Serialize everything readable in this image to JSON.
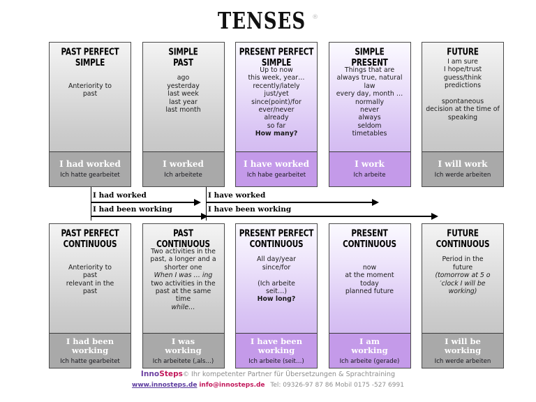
{
  "title": {
    "text": "TENSES",
    "registered": "®"
  },
  "colors": {
    "gray_footer": "#a9a9a9",
    "purple_footer": "#c49ae9",
    "border": "#4a4a4a",
    "brand_purple": "#6b3fa0",
    "brand_pink": "#c2185b",
    "link": "#5b3a9e"
  },
  "row_top": [
    {
      "id": "past-perfect-simple",
      "tone": "gray",
      "title": "PAST PERFECT\nSIMPLE",
      "desc": "\n\nAnteriority to\npast",
      "english": "I had worked",
      "german": "Ich hatte gearbeitet"
    },
    {
      "id": "simple-past",
      "tone": "gray",
      "title": "SIMPLE\nPAST",
      "desc": "\nago\nyesterday\nlast week\nlast year\nlast month",
      "english": "I worked",
      "german": "Ich arbeitete"
    },
    {
      "id": "present-perfect-simple",
      "tone": "purple",
      "title": "PRESENT PERFECT\nSIMPLE",
      "desc": "Up to now\nthis week, year…\nrecently/lately\njust/yet\nsince(point)/for\never/never\nalready\nso far\n",
      "desc_bold_tail": "How many?",
      "english": "I have worked",
      "german": "Ich habe gearbeitet"
    },
    {
      "id": "simple-present",
      "tone": "purple",
      "title": "SIMPLE\nPRESENT",
      "desc": "Things that are\nalways true, natural\nlaw\nevery day, month …\nnormally\nnever\nalways\nseldom\ntimetables",
      "english": "I work",
      "german": "Ich arbeite"
    },
    {
      "id": "future",
      "tone": "gray",
      "title": "FUTURE",
      "desc": "I am sure\nI hope/trust\nguess/think\npredictions\n\nspontaneous\ndecision at the time of\nspeaking",
      "english": "I will work",
      "german": "Ich  werde arbeiten"
    }
  ],
  "row_bottom": [
    {
      "id": "past-perfect-continuous",
      "tone": "gray",
      "title": "PAST PERFECT\nCONTINUOUS",
      "desc": "\n\nAnteriority to\npast\nrelevant in the\npast",
      "english": "I  had been\nworking",
      "german": "Ich hatte gearbeitet"
    },
    {
      "id": "past-continuous",
      "tone": "gray",
      "title": "PAST\nCONTINUOUS",
      "desc": "Two activities in the\npast, a longer and a\nshorter one\n",
      "desc_italic_1": "When I was … ing",
      "desc_mid": "two activities in the\npast at the same\ntime\n",
      "desc_italic_2": "while…",
      "english": "I was\nworking",
      "german": "Ich arbeitete (,als…)"
    },
    {
      "id": "present-perfect-continuous",
      "tone": "purple",
      "title": "PRESENT PERFECT\nCONTINUOUS",
      "desc": "\nAll day/year\nsince/for\n\n(Ich arbeite\nseit…)\n",
      "desc_bold_tail": "How long?",
      "english": "I have been\nworking",
      "german": "Ich arbeite (seit…)"
    },
    {
      "id": "present-continuous",
      "tone": "purple",
      "title": "PRESENT\nCONTINUOUS",
      "desc": "\n\nnow\nat the moment\ntoday\nplanned future",
      "english": "I am\nworking",
      "german": "Ich arbeite (gerade)"
    },
    {
      "id": "future-continuous",
      "tone": "gray",
      "title": "FUTURE\nCONTINUOUS",
      "desc": "\nPeriod in the\nfuture\n",
      "desc_italic_1": "(tomorrow at 5 o\n′clock I will be\nworking)",
      "english": "I will be\nworking",
      "german": "Ich werde arbeiten"
    }
  ],
  "arrows": [
    {
      "id": "arrow-had-worked",
      "label": "I had worked"
    },
    {
      "id": "arrow-had-been-working",
      "label": "I had been working"
    },
    {
      "id": "arrow-have-worked",
      "label": "I have worked"
    },
    {
      "id": "arrow-have-been-working",
      "label": "I have been working"
    }
  ],
  "footer": {
    "brand_a": "Inno",
    "brand_b": "Steps",
    "copyright": "©",
    "tagline": " Ihr kompetenter Partner für Übersetzungen & Sprachtraining",
    "website": "www.innosteps.de",
    "email": "info@innosteps.de",
    "phone": "Tel: 09326-97 87 86 Mobil 0175 -527 6991"
  }
}
